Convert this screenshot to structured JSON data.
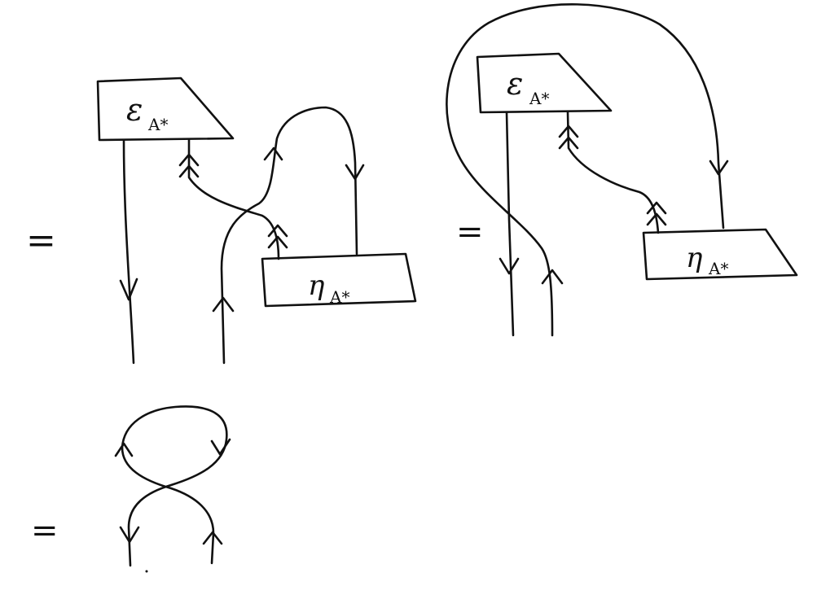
{
  "equals_symbol": "=",
  "boxes": {
    "counit_left": {
      "label": "ε",
      "subscript": "A*"
    },
    "unit_left": {
      "label": "η",
      "subscript": "A*"
    },
    "counit_right": {
      "label": "ε",
      "subscript": "A*"
    },
    "unit_right": {
      "label": "η",
      "subscript": "A*"
    }
  },
  "colors": {
    "ink": "#111111",
    "background": "#ffffff"
  }
}
